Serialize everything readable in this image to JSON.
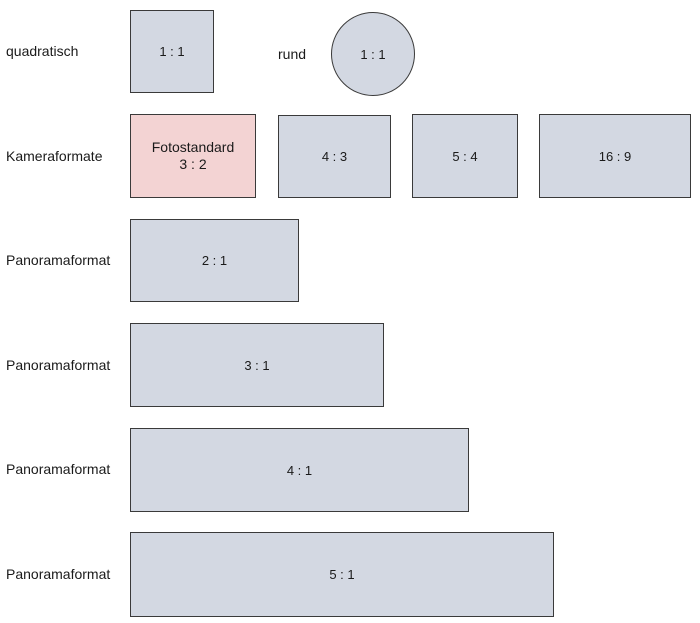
{
  "rows": {
    "quadratisch": {
      "label": "quadratisch",
      "square": "1 : 1",
      "round_label": "rund",
      "circle": "1 : 1"
    },
    "kamera": {
      "label": "Kameraformate",
      "fotostandard_title": "Fotostandard",
      "fotostandard_ratio": "3 : 2",
      "r43": "4 : 3",
      "r54": "5 : 4",
      "r169": "16 : 9"
    },
    "pano2": {
      "label": "Panoramaformat",
      "ratio": "2 : 1"
    },
    "pano3": {
      "label": "Panoramaformat",
      "ratio": "3 : 1"
    },
    "pano4": {
      "label": "Panoramaformat",
      "ratio": "4 : 1"
    },
    "pano5": {
      "label": "Panoramaformat",
      "ratio": "5 : 1"
    }
  },
  "colors": {
    "shape_fill": "#d3d8e2",
    "highlight_fill": "#f3d3d3",
    "border": "#3a3a3a"
  }
}
